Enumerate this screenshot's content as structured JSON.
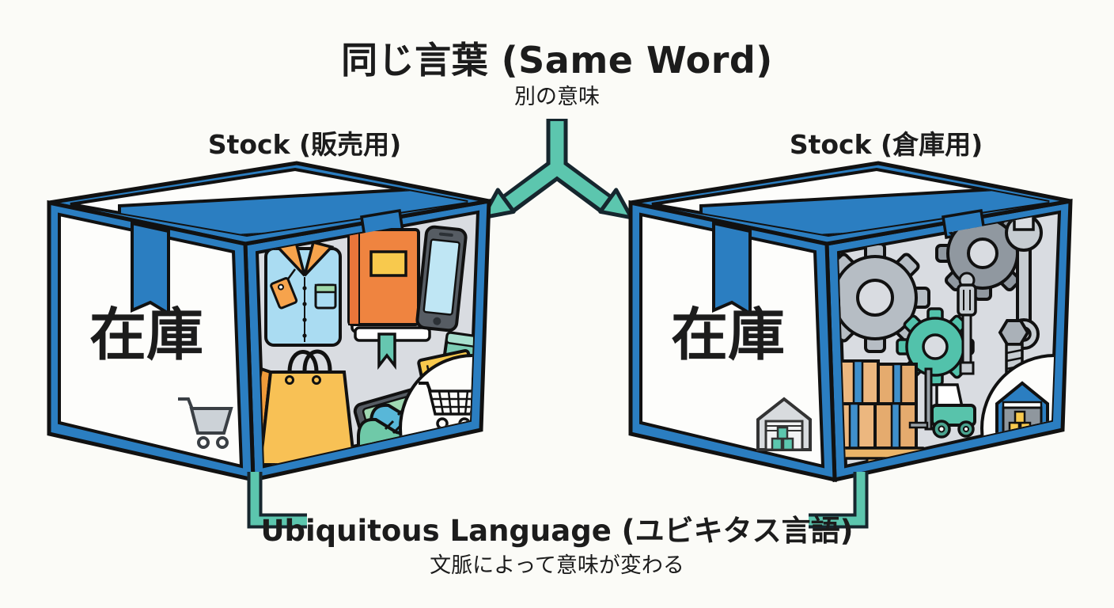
{
  "title": "同じ言葉 (Same Word)",
  "subtitle": "別の意味",
  "left": {
    "label": "Stock (販売用)",
    "box_label": "在庫",
    "icons": [
      "shirt-icon",
      "book-icon",
      "smartphone-icon",
      "shopping-bag-icon",
      "tablet-icon",
      "folder-icon",
      "teal-box-icon",
      "sneakers-icon",
      "shopping-cart-icon",
      "shopping-cart-icon-small"
    ]
  },
  "right": {
    "label": "Stock (倉庫用)",
    "box_label": "在庫",
    "icons": [
      "gear-icon",
      "gear-icon",
      "gear-icon-teal",
      "wrench-icon",
      "screwdriver-icon",
      "bolt-icon",
      "pallet-boxes-icon",
      "forklift-icon",
      "warehouse-icon",
      "warehouse-icon-small"
    ]
  },
  "footer": {
    "label": "Ubiquitous Language (ユビキタス言語)",
    "sublabel": "文脈によって意味が変わる"
  },
  "colors": {
    "background": "#fbfbf7",
    "box_blue": "#2b7ec1",
    "arrow_teal": "#5cc6ae",
    "outline": "#111111",
    "interior_gray": "#d9dce1",
    "orange": "#ef8440",
    "yellow": "#f8c94d",
    "shirt_blue": "#aadcf2",
    "item_green": "#9fd8b2",
    "text": "#1c1c1c"
  }
}
